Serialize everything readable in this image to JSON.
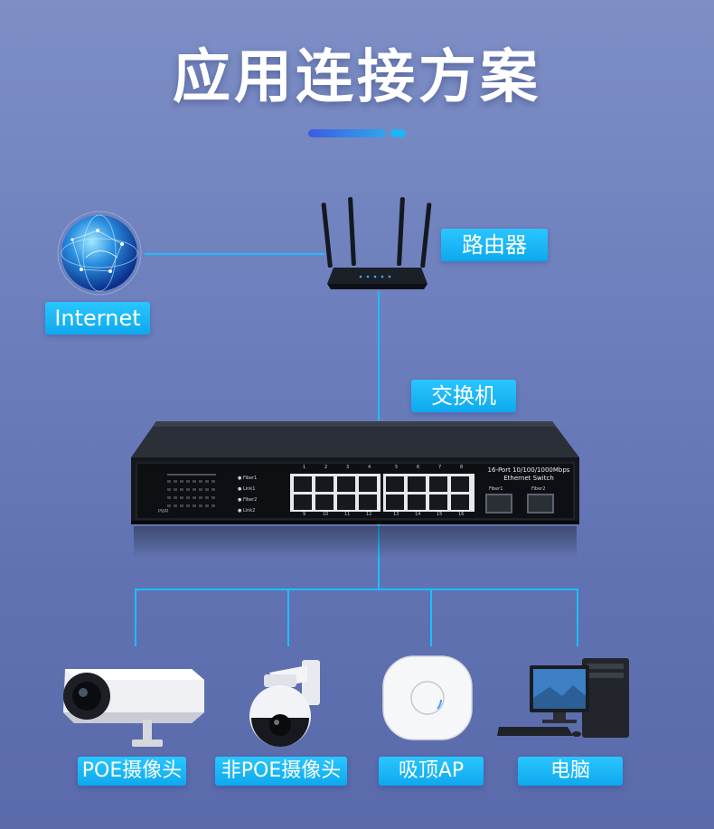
{
  "title": "应用连接方案",
  "nodes": {
    "internet": "Internet",
    "router": "路由器",
    "switch": "交换机",
    "devices": [
      "POE摄像头",
      "非POE摄像头",
      "吸顶AP",
      "电脑"
    ]
  },
  "switch_panel": {
    "model_line1": "16-Port 10/100/1000Mbps",
    "model_line2": "Ethernet Switch",
    "fiber1": "Fiber1",
    "fiber2": "Fiber2",
    "led_labels": [
      "Fiber1",
      "Link1",
      "Fiber2",
      "Link2"
    ],
    "port_top": [
      "1",
      "2",
      "3",
      "4",
      "5",
      "6",
      "7",
      "8"
    ],
    "port_bottom": [
      "9",
      "10",
      "11",
      "12",
      "13",
      "14",
      "15",
      "16"
    ],
    "pwr": "PWR"
  },
  "colors": {
    "accent": "#18c0ff",
    "tag": "#16b4f4",
    "background": "#6e80bd"
  }
}
